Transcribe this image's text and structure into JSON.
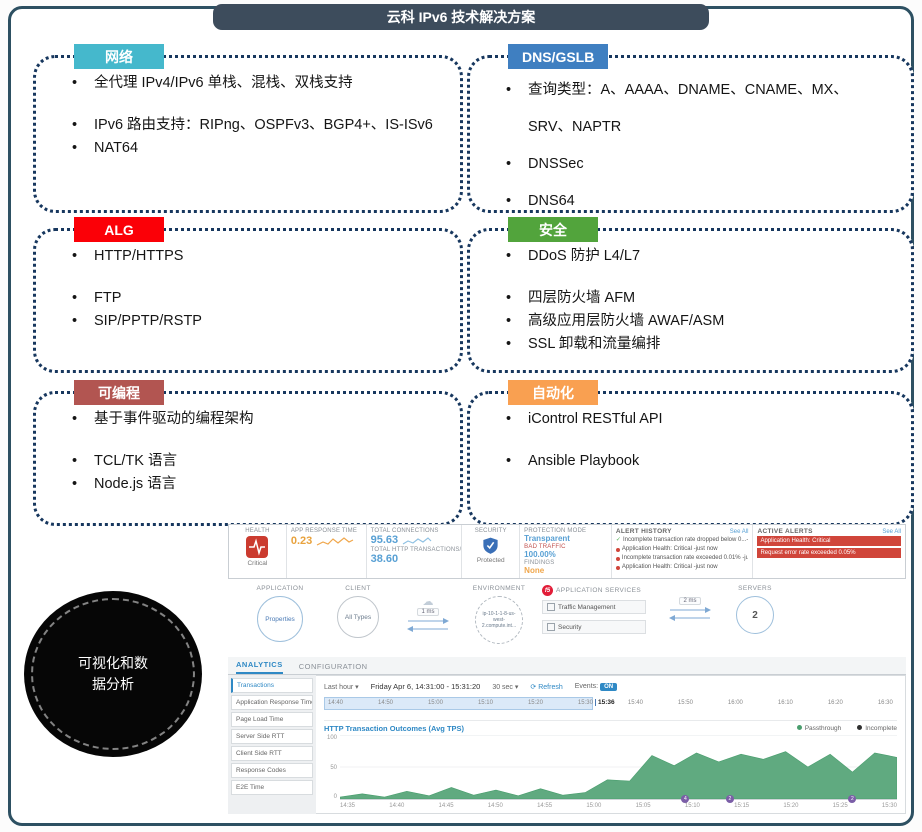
{
  "slide": {
    "title": "云科 IPv6 技术解决方案"
  },
  "boxes": [
    {
      "label": "网络",
      "color": "#45b8cc",
      "items": [
        "全代理 IPv4/IPv6 单栈、混栈、双栈支持",
        "IPv6 路由支持：RIPng、OSPFv3、BGP4+、IS-ISv6",
        "NAT64"
      ]
    },
    {
      "label": "DNS/GSLB",
      "color": "#3f7fc1",
      "items": [
        "查询类型：A、AAAA、DNAME、CNAME、MX、SRV、NAPTR",
        "DNSSec",
        "DNS64"
      ]
    },
    {
      "label": "ALG",
      "color": "#fb0007",
      "items": [
        "HTTP/HTTPS",
        "FTP",
        "SIP/PPTP/RSTP"
      ]
    },
    {
      "label": "安全",
      "color": "#52a43c",
      "items": [
        "DDoS 防护 L4/L7",
        "四层防火墙 AFM",
        "高级应用层防火墙 AWAF/ASM",
        "SSL 卸载和流量编排"
      ]
    },
    {
      "label": "可编程",
      "color": "#b25551",
      "items": [
        "基于事件驱动的编程架构",
        "TCL/TK 语言",
        "Node.js 语言"
      ]
    },
    {
      "label": "自动化",
      "color": "#f9a051",
      "items": [
        "iControl RESTful API",
        "Ansible Playbook"
      ]
    }
  ],
  "visual_circle": {
    "text": "可视化和数据分析"
  },
  "dashboard": {
    "health": {
      "label": "HEALTH",
      "status": "Critical"
    },
    "app_response": {
      "label": "APP RESPONSE TIME",
      "value": "0.23"
    },
    "connections": {
      "label": "TOTAL CONNECTIONS",
      "value": "95.63"
    },
    "transactions": {
      "label": "TOTAL HTTP TRANSACTIONS/S",
      "value": "38.60"
    },
    "security": {
      "label": "SECURITY",
      "status": "Protected"
    },
    "protection": {
      "mode_label": "PROTECTION MODE",
      "mode_value": "Transparent",
      "bad_label": "BAD TRAFFIC",
      "bad_value": "100.00%",
      "findings_label": "FINDINGS",
      "findings_value": "None"
    },
    "alert_history": {
      "title": "ALERT HISTORY",
      "see_all": "See All",
      "items": [
        "Incomplete transaction rate dropped below 0...-just now",
        "Application Health: Critical -just now",
        "Incomplete transaction rate exceeded 0.01% -just now",
        "Application Health: Critical -just now"
      ]
    },
    "active_alerts": {
      "title": "ACTIVE ALERTS",
      "see_all": "See All",
      "items": [
        "Application Health: Critical",
        "Request error rate exceeded 0.05%"
      ]
    },
    "topology": {
      "application_title": "APPLICATION",
      "application_node": "Properties",
      "client_title": "CLIENT",
      "client_node": "All Types",
      "latency1": "1 ms",
      "environment_title": "ENVIRONMENT",
      "environment_node": "ip-10-1-1-8-us-west-2.compute.int...",
      "f5_logo": "f5",
      "services_title": "APPLICATION SERVICES",
      "services": [
        "Traffic Management",
        "Security"
      ],
      "latency2": "2 ms",
      "servers_title": "SERVERS",
      "servers_node": "2"
    },
    "tabs": [
      "ANALYTICS",
      "CONFIGURATION"
    ],
    "sidebar": [
      "Transactions",
      "Application Response Time",
      "Page Load Time",
      "Server Side RTT",
      "Client Side RTT",
      "Response Codes",
      "E2E Time"
    ],
    "controls": {
      "range": "Last hour",
      "caret": "▾",
      "date_range": "Friday Apr 6, 14:31:00 - 15:31:20",
      "interval": "30 sec",
      "refresh_icon": "⟳",
      "refresh": "Refresh",
      "events_label": "Events:",
      "events_state": "ON",
      "marker": "15:36"
    },
    "timeline_ticks": [
      "14:40",
      "14:50",
      "15:00",
      "15:10",
      "15:20",
      "15:30",
      "15:40",
      "15:50",
      "16:00",
      "16:10",
      "16:20",
      "16:30"
    ]
  },
  "chart_data": {
    "type": "area",
    "title": "HTTP Transaction Outcomes (Avg TPS)",
    "ylim": [
      0,
      100
    ],
    "y_ticks": [
      "100",
      "50",
      "0"
    ],
    "x_ticks": [
      "14:35",
      "14:40",
      "14:45",
      "14:50",
      "14:55",
      "15:00",
      "15:05",
      "15:10",
      "15:15",
      "15:20",
      "15:25",
      "15:30"
    ],
    "series": [
      {
        "name": "Passthrough",
        "color": "#4a9e6e",
        "values": [
          3,
          8,
          3,
          12,
          5,
          18,
          6,
          14,
          5,
          16,
          6,
          10,
          30,
          28,
          68,
          52,
          72,
          58,
          70,
          62,
          74,
          50,
          70,
          42,
          72,
          65
        ]
      },
      {
        "name": "Incomplete",
        "color": "#2f2f2f",
        "values": [
          0,
          0,
          0,
          0,
          0,
          0,
          0,
          0,
          0,
          0,
          0,
          0,
          0,
          0,
          0,
          0,
          0,
          0,
          0,
          0,
          0,
          0,
          0,
          0,
          0,
          0
        ]
      }
    ],
    "event_markers": [
      {
        "pos": 0.62,
        "label": "4"
      },
      {
        "pos": 0.7,
        "label": "2"
      },
      {
        "pos": 0.92,
        "label": "2"
      }
    ]
  }
}
